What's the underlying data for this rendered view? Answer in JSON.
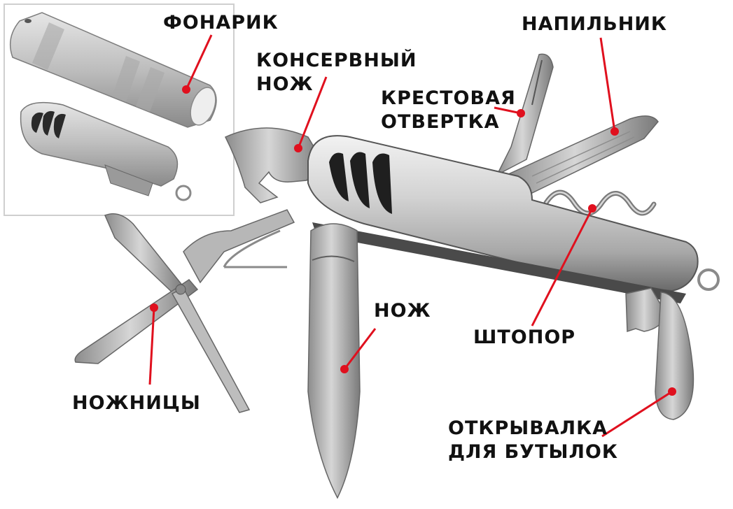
{
  "labels": {
    "flashlight": "ФОНАРИК",
    "can_opener": [
      "КОНСЕРВНЫЙ",
      "НОЖ"
    ],
    "phillips": [
      "КРЕСТОВАЯ",
      "ОТВЕРТКА"
    ],
    "file": "НАПИЛЬНИК",
    "corkscrew": "ШТОПОР",
    "knife": "НОЖ",
    "scissors": "НОЖНИЦЫ",
    "bottle_opener": [
      "ОТКРЫВАЛКА",
      "ДЛЯ БУТЫЛОК"
    ]
  },
  "colors": {
    "pointer": "#e0101e",
    "label_text": "#111111",
    "steel_light": "#e8e8e8",
    "steel_mid": "#b4b4b4",
    "steel_dark": "#6e6e6e",
    "inset_border": "#cfcfcf"
  }
}
